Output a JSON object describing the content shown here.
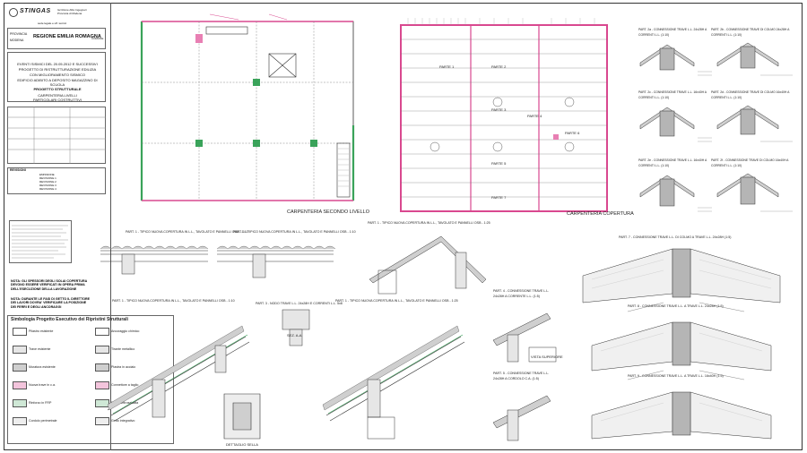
{
  "title_block": {
    "company": "STINGAS",
    "company_sub": "sede legale e uff. tecnici",
    "header_right_1": "Iscrizione Albo Ingegneri",
    "header_right_2": "Provincia di Modena",
    "province_label": "PROVINCIA",
    "province_value": "MODENA",
    "region": "REGIONE EMILIA ROMAGNA",
    "comune": "COMUNE",
    "project_lines": [
      "EVENTI SISMICI DEL 20.05.2012 E SUCCESSIVI",
      "PROGETTO DI RISTRUTTURAZIONE EDILIZIA",
      "CON MIGLIORAMENTO SISMICO",
      "EDIFICIO ADIBITO A DEPOSITO MAGAZZINO DI SCUOLA"
    ],
    "section": "PROGETTO STRUTTURALE",
    "sheet_title_1": "CARPENTERIA LIVELLI",
    "sheet_title_2": "PARTICOLARI COSTRUTTIVI",
    "revision_header": "REVISIONI",
    "revisions": [
      "EMISSIONE",
      "REVISIONE 1",
      "REVISIONE 2",
      "REVISIONE 3",
      "REVISIONE 4"
    ]
  },
  "notes": {
    "note1": "NOTA: GLI SPESSORI DEGLI SOLAI COPERTURA DEVONO ESSERE VERIFICATI IN OPERA PRIMA DELL'ESECUZIONE DELLA LAVORAZIONE",
    "note2": "NOTA: DURANTE LE FASI DI GETTO IL DIRETTORE DEI LAVORI DOVRA' VERIFICARE LA POSIZIONE DEI FERRI E DEGLI ANCORAGGI"
  },
  "legend": {
    "title": "Simbologia Progetto Esecutivo dei Ripristini Strutturali",
    "items": [
      "Pilastro esistente",
      "Trave esistente",
      "Muratura esistente",
      "Nuova trave in c.a.",
      "Rinforzo in FRP",
      "Cordolo perimetrale",
      "Ancoraggio chimico",
      "Tirante metallico",
      "Piastra in acciaio",
      "Connettore a taglio",
      "Rete elettrosaldata",
      "Getto integrativo"
    ]
  },
  "plans": {
    "plan1_title": "CARPENTERIA SECONDO LIVELLO",
    "plan2_title": "CARPENTERIA COPERTURA",
    "parts": [
      "PARTE 1",
      "PARTE 2",
      "PARTE 3",
      "PARTE 4",
      "PARTE 5",
      "PARTE 6",
      "PARTE 7"
    ]
  },
  "details": {
    "d1": "PART. 1 - TIPICO NUOVA COPERTURA IN L.L., TAVOLATO E PANNELLI OSB - 1:10",
    "d2": "PART. 1 - TIPICO NUOVA COPERTURA IN L.L., TAVOLATO E PANNELLI OSB - 1:10",
    "d3": "PART. 1 - TIPICO NUOVA COPERTURA IN L.L., TAVOLATO E PANNELLI OSB - 1:25",
    "d4": "PART. 1 - TIPICO NUOVA COPERTURA IN L.L., TAVOLATO E PANNELLI OSB - 1:10",
    "d5": "PART. 3 - NODO TRAVE L.L. 24x28H E CORRENTI L.L. 5x8",
    "d6": "PART. 1 - TIPICO NUOVA COPERTURA IN L.L., TAVOLATO E PANNELLI OSB - 1:25",
    "d7": "PART. 4 - CONNESSIONE TRAVE L.L. 24x28H A CORRENTE L.L. (1:5)",
    "d8": "PART. 5 - CONNESSIONE TRAVE L.L. 24x28H A CORDOLO C.A. (1:5)",
    "detail_small": "DETTAGLIO SELLA",
    "sect_label": "SEZ. A-A",
    "vista": "VISTA SUPERIORE"
  },
  "right_details": {
    "r1": "PART. 2a - CONNESSIONE TRAVE L.L. 24x28H A CORRENTI L.L. (1:10)",
    "r2": "PART. 2b - CONNESSIONE TRAVE DI COLMO 24x28H A CORRENTI L.L. (1:10)",
    "r3": "PART. 2c - CONNESSIONE TRAVE L.L. 16x40H A CORRENTI L.L. (1:10)",
    "r4": "PART. 2d - CONNESSIONE TRAVE DI COLMO 16x40H A CORRENTI L.L. (1:10)",
    "r5": "PART. 2e - CONNESSIONE TRAVE L.L. 16x40H A CORRENTI L.L. (1:10)",
    "r6": "PART. 2f - CONNESSIONE TRAVE DI COLMO 16x40H A CORRENTI L.L. (1:10)",
    "r7": "PART. 7 - CONNESSIONE TRAVE L.L. DI COLMO A TRAVE L.L. 24x28H (1:5)",
    "r8": "PART. 8 - CONNESSIONE TRAVE L.L. A TRAVE L.L. 24x28H (1:5)",
    "r9": "PART. 9 - CONNESSIONE TRAVE L.L. A TRAVE L.L. 16x40H (1:5)"
  },
  "colors": {
    "line": "#333333",
    "pink": "#d9488f",
    "green": "#3aa35a",
    "tile": "#cfcfcf"
  }
}
